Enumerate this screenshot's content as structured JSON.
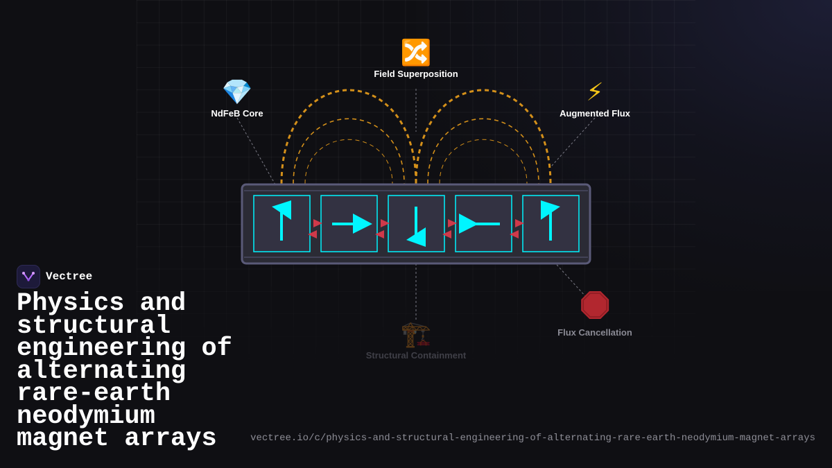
{
  "brand": {
    "name": "Vectree",
    "logo_icon": "vectree-logo-icon"
  },
  "title": "Physics and structural engineering of alternating rare-earth neodymium magnet arrays",
  "url": "vectree.io/c/physics-and-structural-engineering-of-alternating-rare-earth-neodymium-magnet-arrays",
  "diagram": {
    "nodes": {
      "field_superposition": {
        "icon": "🔀",
        "icon_name": "shuffle-icon",
        "label": "Field Superposition"
      },
      "ndfeb_core": {
        "icon": "💎",
        "icon_name": "gem-icon",
        "label": "NdFeB Core"
      },
      "augmented_flux": {
        "icon": "⚡",
        "icon_name": "lightning-icon",
        "label": "Augmented Flux"
      },
      "flux_cancellation": {
        "icon": "🛑",
        "icon_name": "stop-sign-icon",
        "label": "Flux Cancellation"
      },
      "structural_containment": {
        "icon": "🏗️",
        "icon_name": "crane-icon",
        "label": "Structural Containment"
      }
    },
    "magnets": [
      {
        "orientation": "up-left",
        "icon_name": "arrow-up-icon"
      },
      {
        "orientation": "right",
        "icon_name": "arrow-right-icon"
      },
      {
        "orientation": "down-left",
        "icon_name": "arrow-down-icon"
      },
      {
        "orientation": "left",
        "icon_name": "arrow-left-icon"
      },
      {
        "orientation": "up-right",
        "icon_name": "arrow-up-icon"
      }
    ],
    "colors": {
      "magnet": "#00f5ff",
      "field_lines": "#d4901a",
      "forces": "#d0394a",
      "frame": "#4e4e6a"
    }
  }
}
